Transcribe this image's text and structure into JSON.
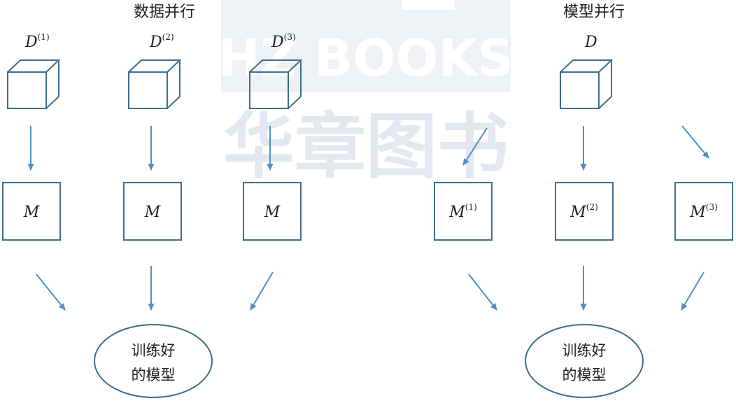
{
  "watermark": {
    "line1": "HZ BOOKS",
    "line2": "华章图书",
    "color": "#e3e8f0"
  },
  "colors": {
    "stroke": "#3f6d8c",
    "arrow": "#4f8fc4"
  },
  "data_parallel": {
    "title": "数据并行",
    "data": [
      {
        "label": "D",
        "sup": "(1)"
      },
      {
        "label": "D",
        "sup": "(2)"
      },
      {
        "label": "D",
        "sup": "(3)"
      }
    ],
    "models": [
      {
        "label": "M",
        "sup": ""
      },
      {
        "label": "M",
        "sup": ""
      },
      {
        "label": "M",
        "sup": ""
      }
    ],
    "result": {
      "line1": "训练好",
      "line2": "的模型"
    }
  },
  "model_parallel": {
    "title": "模型并行",
    "data": [
      {
        "label": "D",
        "sup": ""
      }
    ],
    "models": [
      {
        "label": "M",
        "sup": "(1)"
      },
      {
        "label": "M",
        "sup": "(2)"
      },
      {
        "label": "M",
        "sup": "(3)"
      }
    ],
    "result": {
      "line1": "训练好",
      "line2": "的模型"
    }
  }
}
